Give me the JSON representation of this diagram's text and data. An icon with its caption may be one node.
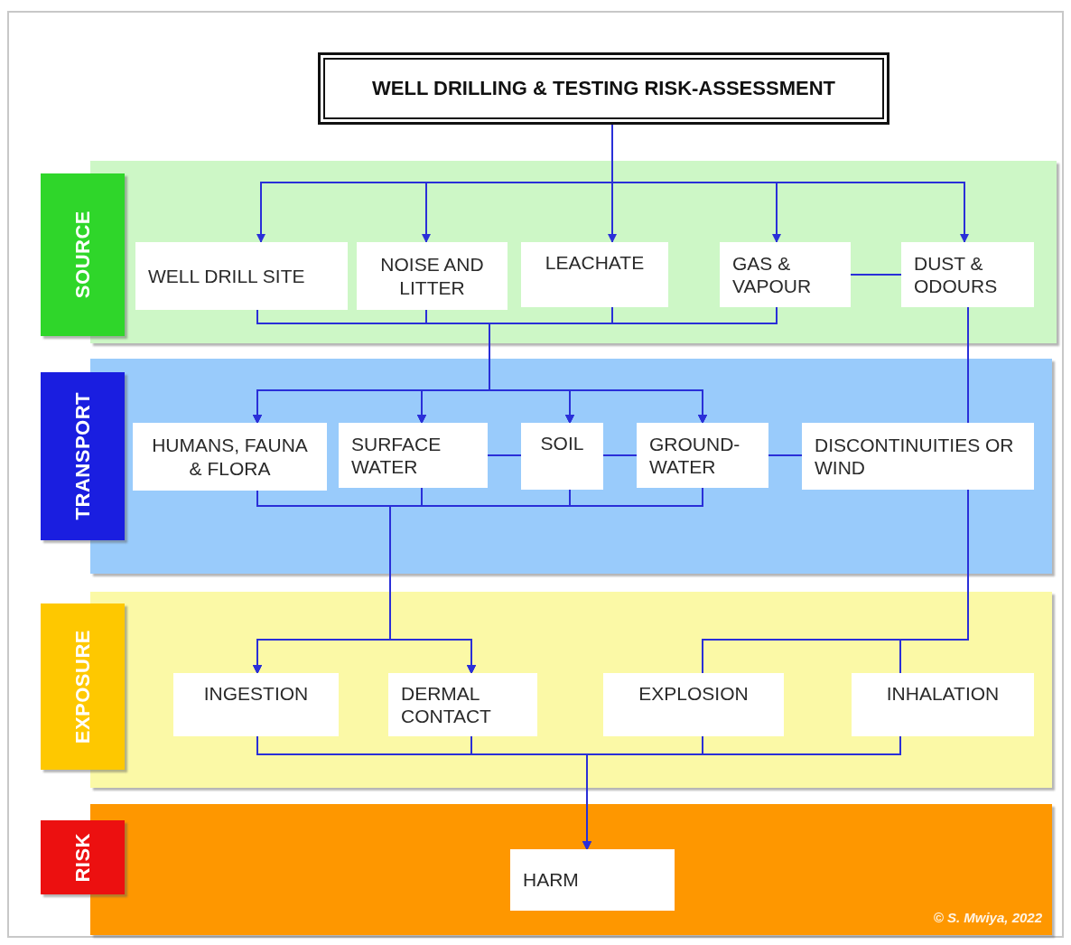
{
  "diagram": {
    "nodes": [
      {
        "text": [
          "WELL DRILLING & TESTING RISK-ASSESSMENT"
        ]
      },
      {
        "text": [
          "SOURCE"
        ]
      },
      {
        "text": [
          "WELL DRILL SITE"
        ],
        "in": 1
      },
      {
        "text": [
          "NOISE AND LITTER"
        ],
        "in": 1
      },
      {
        "text": [
          "LEACHATE"
        ],
        "in": 1
      },
      {
        "text": [
          "GAS & VAPOUR"
        ],
        "in": 1
      },
      {
        "text": [
          "DUST & ODOURS"
        ],
        "in": 1
      },
      {
        "text": [
          "TRANSPORT"
        ]
      },
      {
        "text": [
          "HUMANS, FAUNA & FLORA"
        ],
        "in": 7
      },
      {
        "text": [
          "SURFACE WATER"
        ],
        "in": 7
      },
      {
        "text": [
          "SOIL"
        ],
        "in": 7
      },
      {
        "text": [
          "GROUND-WATER"
        ],
        "in": 7
      },
      {
        "text": [
          "DISCONTINUITIES OR WIND"
        ],
        "in": 7
      },
      {
        "text": [
          "EXPOSURE"
        ]
      },
      {
        "text": [
          "INGESTION"
        ],
        "in": 13
      },
      {
        "text": [
          "DERMAL CONTACT"
        ],
        "in": 13
      },
      {
        "text": [
          "EXPLOSION"
        ],
        "in": 13
      },
      {
        "text": [
          "INHALATION"
        ],
        "in": 13
      },
      {
        "text": [
          "RISK"
        ]
      },
      {
        "text": [
          "HARM"
        ],
        "in": 18
      }
    ],
    "edges": [
      {
        "from": 0,
        "to": 2,
        "arrow": "to"
      },
      {
        "from": 0,
        "to": 3,
        "arrow": "to"
      },
      {
        "from": 0,
        "to": 4,
        "arrow": "to"
      },
      {
        "from": 0,
        "to": 5,
        "arrow": "to"
      },
      {
        "from": 0,
        "to": 6,
        "arrow": "to"
      },
      {
        "from": 2,
        "to": 8,
        "arrow": "to"
      },
      {
        "from": 2,
        "to": 9,
        "arrow": "to"
      },
      {
        "from": 2,
        "to": 10,
        "arrow": "to"
      },
      {
        "from": 2,
        "to": 11,
        "arrow": "to"
      },
      {
        "from": 3,
        "to": 8,
        "arrow": "to"
      },
      {
        "from": 3,
        "to": 9,
        "arrow": "to"
      },
      {
        "from": 3,
        "to": 10,
        "arrow": "to"
      },
      {
        "from": 3,
        "to": 11,
        "arrow": "to"
      },
      {
        "from": 4,
        "to": 8,
        "arrow": "to"
      },
      {
        "from": 4,
        "to": 9,
        "arrow": "to"
      },
      {
        "from": 4,
        "to": 10,
        "arrow": "to"
      },
      {
        "from": 4,
        "to": 11,
        "arrow": "to"
      },
      {
        "from": 5,
        "to": 8,
        "arrow": "to"
      },
      {
        "from": 5,
        "to": 9,
        "arrow": "to"
      },
      {
        "from": 5,
        "to": 10,
        "arrow": "to"
      },
      {
        "from": 5,
        "to": 11,
        "arrow": "to"
      },
      {
        "from": 5,
        "to": 6,
        "arrow": "none"
      },
      {
        "from": 6,
        "to": 12,
        "arrow": "none"
      },
      {
        "from": 9,
        "to": 10,
        "arrow": "none"
      },
      {
        "from": 10,
        "to": 11,
        "arrow": "none"
      },
      {
        "from": 11,
        "to": 12,
        "arrow": "none"
      },
      {
        "from": 8,
        "to": 14,
        "arrow": "to"
      },
      {
        "from": 8,
        "to": 15,
        "arrow": "to"
      },
      {
        "from": 9,
        "to": 14,
        "arrow": "to"
      },
      {
        "from": 9,
        "to": 15,
        "arrow": "to"
      },
      {
        "from": 10,
        "to": 14,
        "arrow": "to"
      },
      {
        "from": 10,
        "to": 15,
        "arrow": "to"
      },
      {
        "from": 11,
        "to": 14,
        "arrow": "to"
      },
      {
        "from": 11,
        "to": 15,
        "arrow": "to"
      },
      {
        "from": 12,
        "to": 16,
        "arrow": "none"
      },
      {
        "from": 12,
        "to": 17,
        "arrow": "none"
      },
      {
        "from": 14,
        "to": 19,
        "arrow": "to"
      },
      {
        "from": 15,
        "to": 19,
        "arrow": "to"
      },
      {
        "from": 16,
        "to": 19,
        "arrow": "to"
      },
      {
        "from": 17,
        "to": 19,
        "arrow": "to"
      }
    ],
    "labels": [
      "© S. Mwiya, 2022"
    ]
  }
}
